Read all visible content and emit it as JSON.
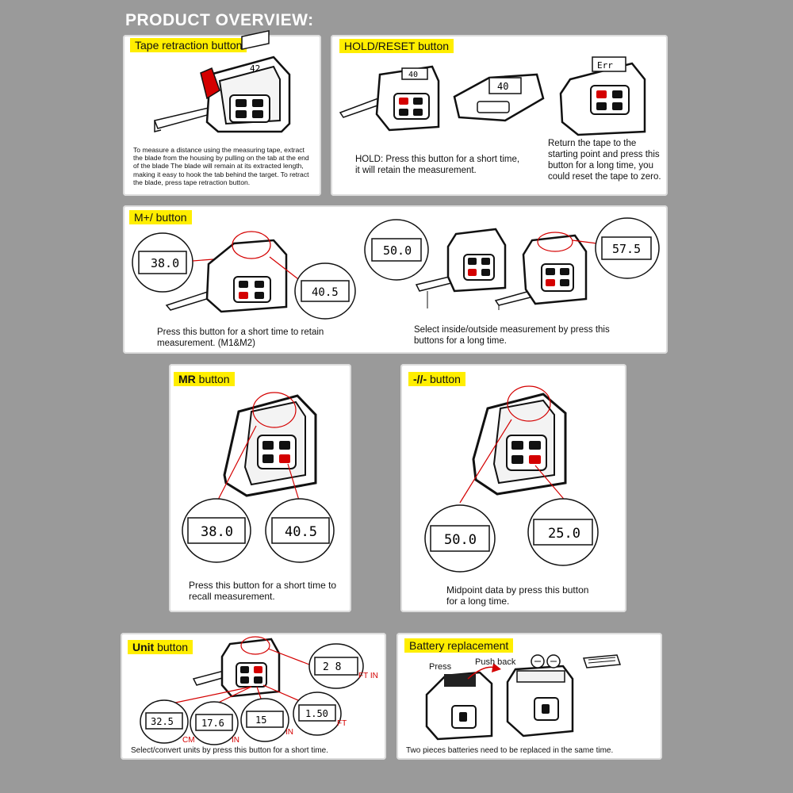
{
  "heading": "PRODUCT OVERVIEW:",
  "panels": {
    "tape": {
      "title": "Tape retraction button",
      "lcd": "42",
      "desc": "To measure a distance using the measuring tape, extract the blade from the housing by pulling on the tab at the end of the blade The blade will remain at its extracted length, making it easy to hook the tab behind the target. To retract the blade, press tape retraction button."
    },
    "hold": {
      "title": "HOLD/RESET button",
      "lcd1": "40",
      "lcd2": "40",
      "lcd3": "Err",
      "desc_hold": "HOLD: Press this button for a short time, it will retain the measurement.",
      "desc_reset": "Return the tape to the starting point and press this button for a long time, you could reset the tape to zero."
    },
    "mplus": {
      "title": "M+/ button",
      "lcd_left": "38.0",
      "lcd_right": "40.5",
      "lcd_inside": "50.0",
      "lcd_outside": "57.5",
      "desc_left": "Press this button for a short time to retain measurement. (M1&M2)",
      "desc_right": "Select inside/outside measurement by press this buttons for a long time."
    },
    "mr": {
      "title_bold": "MR",
      "title_rest": "button",
      "lcd_left": "38.0",
      "lcd_right": "40.5",
      "desc": "Press this button for a short time to recall measurement."
    },
    "mid": {
      "title": "button",
      "lcd_left": "50.0",
      "lcd_right": "25.0",
      "desc": "Midpoint data by press this button for a long time."
    },
    "unit": {
      "title_bold": "Unit",
      "title_rest": "button",
      "lcd_top": "2 8",
      "lcd_cm": "32.5",
      "lcd_in": "17.6",
      "lcd_in2": "15",
      "lcd_ft": "1.50",
      "label_ftin": "FT IN",
      "label_cm": "CM",
      "label_in": "IN",
      "label_in2": "IN",
      "label_ft": "FT",
      "desc": "Select/convert units by press this button for a short time."
    },
    "battery": {
      "title": "Battery replacement",
      "label_press": "Press",
      "label_push": "Push back",
      "desc": "Two pieces batteries need to be replaced in the same time."
    }
  },
  "colors": {
    "highlight": "#ffee00",
    "accent": "#d40000",
    "background": "#9a9a9a"
  }
}
